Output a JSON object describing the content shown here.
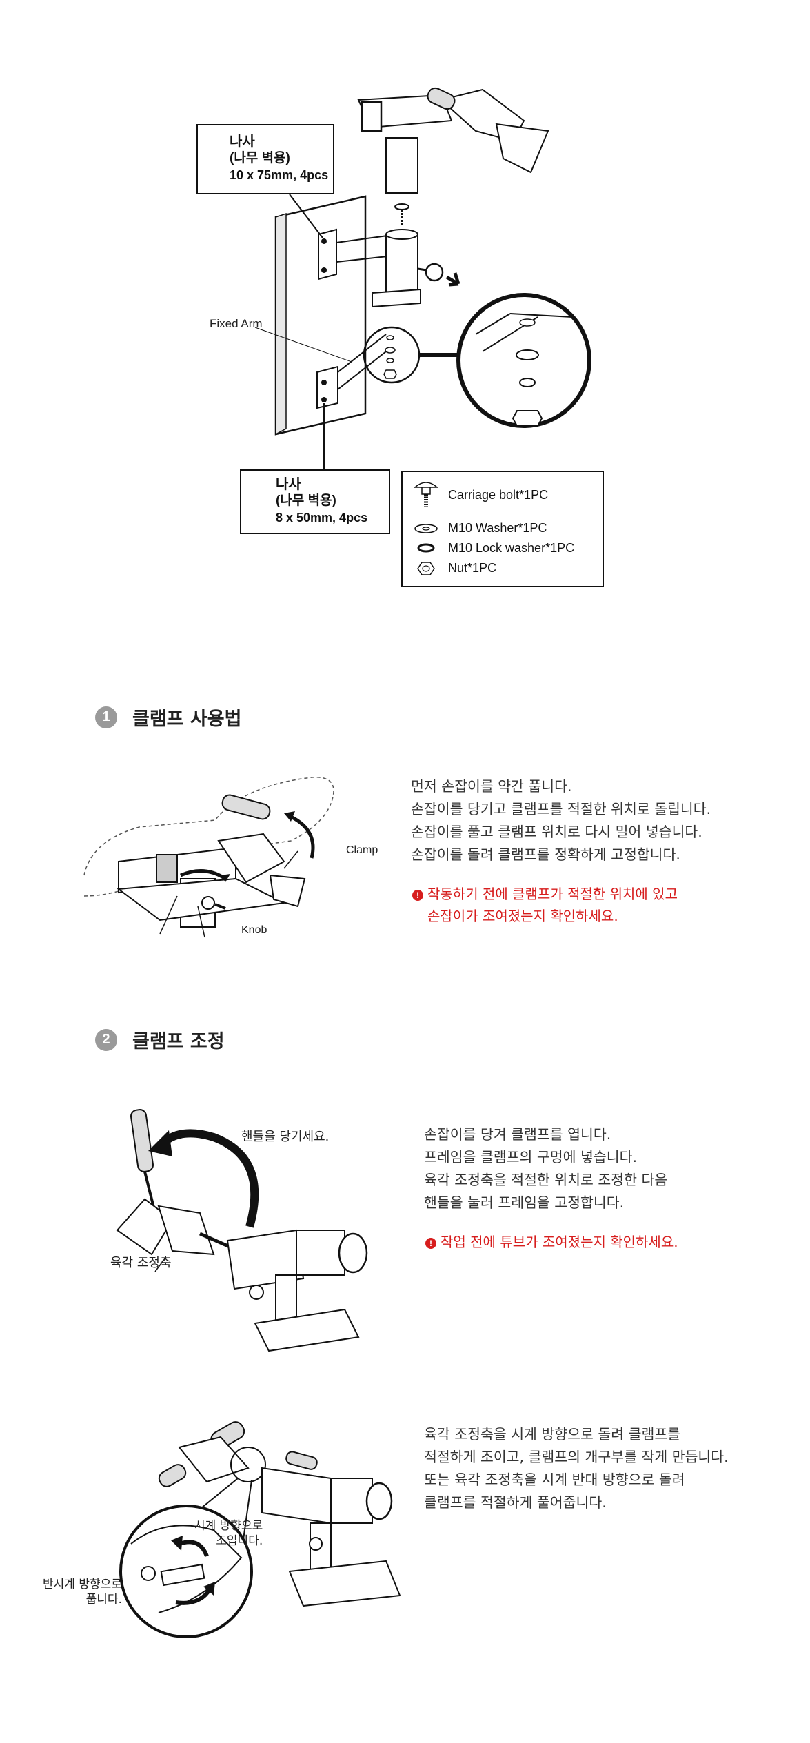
{
  "install": {
    "screw_top": {
      "title": "나사",
      "sub": "(나무 벽용)",
      "spec": "10 x 75mm, 4pcs"
    },
    "screw_bottom": {
      "title": "나사",
      "sub": "(나무 벽용)",
      "spec": "8 x 50mm, 4pcs"
    },
    "fixed_arm_label": "Fixed Arm",
    "parts": [
      {
        "label": "Carriage bolt*1PC",
        "icon": "carriage-bolt-icon"
      },
      {
        "label": "M10 Washer*1PC",
        "icon": "washer-icon"
      },
      {
        "label": "M10 Lock washer*1PC",
        "icon": "lock-washer-icon"
      },
      {
        "label": "Nut*1PC",
        "icon": "nut-icon"
      }
    ]
  },
  "section1": {
    "number": "1",
    "title": "클램프 사용법",
    "labels": {
      "clamp": "Clamp",
      "knob": "Knob"
    },
    "paragraph": [
      "먼저 손잡이를 약간 풉니다.",
      "손잡이를 당기고 클램프를 적절한 위치로 돌립니다.",
      "손잡이를 풀고 클램프 위치로 다시 밀어 넣습니다.",
      "손잡이를 돌려 클램프를 정확하게 고정합니다."
    ],
    "warning": [
      "작동하기 전에 클램프가 적절한 위치에 있고",
      "손잡이가 조여졌는지 확인하세요."
    ]
  },
  "section2": {
    "number": "2",
    "title": "클램프 조정",
    "labels": {
      "pull_handle": "핸들을 당기세요.",
      "hex_shaft": "육각 조정축",
      "clockwise": [
        "시계 방향으로",
        "조입니다."
      ],
      "counterclockwise": [
        "반시계 방향으로",
        "풉니다."
      ]
    },
    "paragraph1": [
      "손잡이를 당겨 클램프를 엽니다.",
      "프레임을 클램프의 구멍에 넣습니다.",
      "육각 조정축을 적절한 위치로 조정한 다음",
      "핸들을 눌러 프레임을 고정합니다."
    ],
    "warning": "작업 전에 튜브가 조여졌는지 확인하세요.",
    "paragraph2": [
      "육각 조정축을 시계 방향으로 돌려 클램프를",
      "적절하게 조이고, 클램프의 개구부를 작게 만듭니다.",
      "또는 육각 조정축을 시계 반대 방향으로 돌려",
      "클램프를 적절하게 풀어줍니다."
    ]
  },
  "colors": {
    "warning": "#d71d1d",
    "badge": "#9a9a9a",
    "text": "#333333"
  }
}
